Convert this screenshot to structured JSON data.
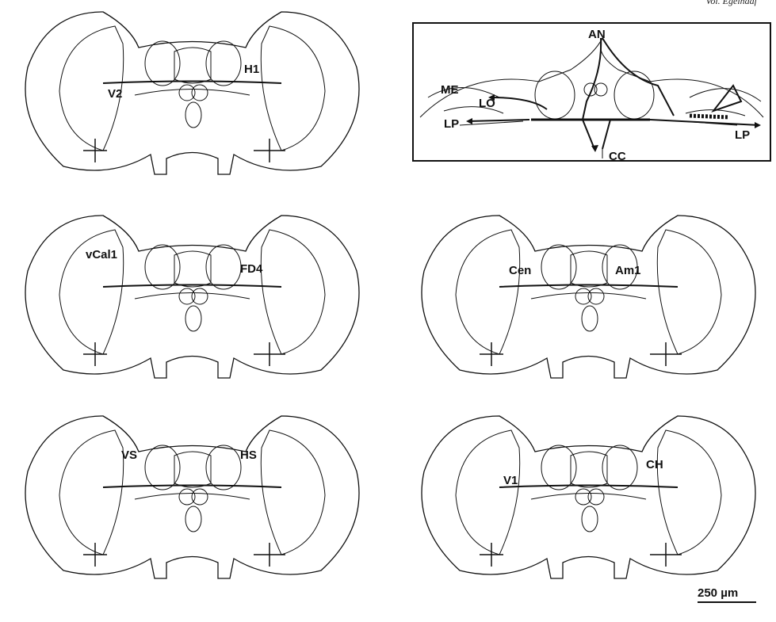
{
  "header_note": "Vol. Egelhaaf",
  "panels": [
    {
      "id": "h1-v2",
      "labels": [
        "V2",
        "H1"
      ]
    },
    {
      "id": "schematic",
      "labels": [
        "AN",
        "ME",
        "LO",
        "LP",
        "CC",
        "LP"
      ]
    },
    {
      "id": "vcal1-fd4",
      "labels": [
        "vCal1",
        "FD4"
      ]
    },
    {
      "id": "cen-am1",
      "labels": [
        "Cen",
        "Am1"
      ]
    },
    {
      "id": "vs-hs",
      "labels": [
        "VS",
        "HS"
      ]
    },
    {
      "id": "v1-ch",
      "labels": [
        "V1",
        "CH"
      ]
    }
  ],
  "scale_bar": {
    "label": "250 µm"
  }
}
